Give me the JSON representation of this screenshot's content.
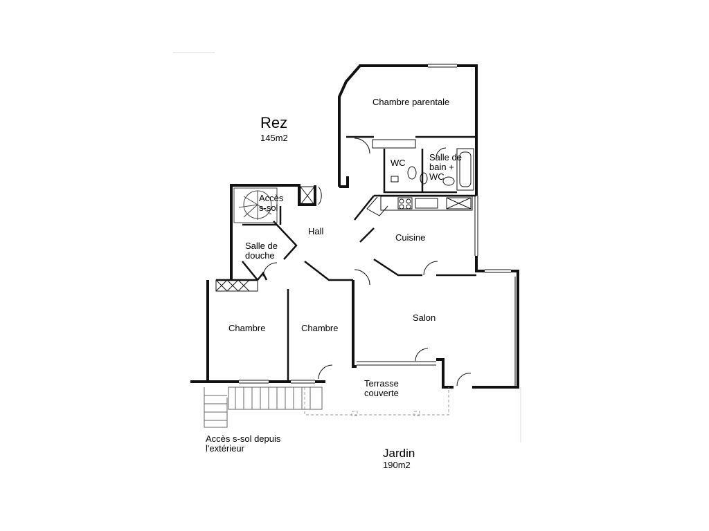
{
  "floor": {
    "title": "Rez",
    "area": "145m2"
  },
  "garden": {
    "title": "Jardin",
    "area": "190m2"
  },
  "rooms": {
    "chambre_parentale": "Chambre parentale",
    "wc": "WC",
    "salle_de_bain": [
      "Salle de",
      "bain +",
      "WC"
    ],
    "acces_ssol": [
      "Accès",
      "s-sol"
    ],
    "hall": "Hall",
    "cuisine": "Cuisine",
    "salle_de_douche": [
      "Salle de",
      "douche"
    ],
    "chambre_1": "Chambre",
    "chambre_2": "Chambre",
    "salon": "Salon",
    "terrasse": [
      "Terrasse",
      "couverte"
    ]
  },
  "exterior_access": [
    "Accès s-sol depuis",
    "l'extérieur"
  ]
}
